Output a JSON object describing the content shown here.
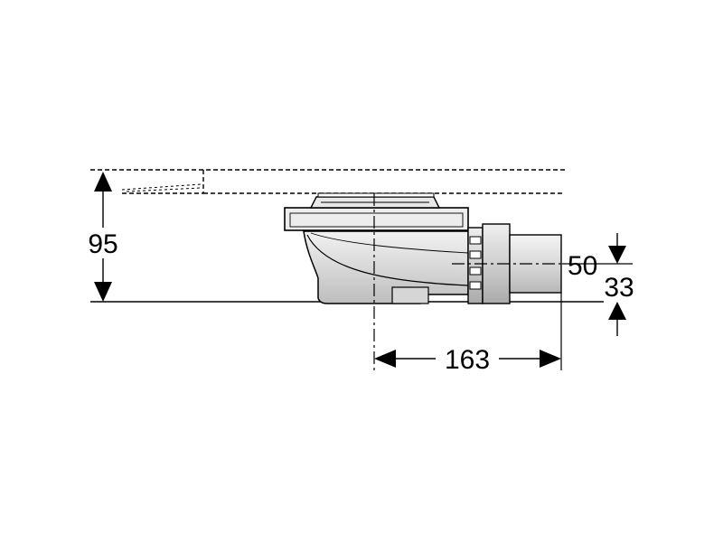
{
  "colors": {
    "line": "#000000",
    "shade": "#c9c9c9",
    "shade_light": "#e4e4e4",
    "background": "#ffffff"
  },
  "dimensions": {
    "height_total": "95",
    "outlet_diameter": "50",
    "outlet_height": "33",
    "outlet_length": "163"
  }
}
